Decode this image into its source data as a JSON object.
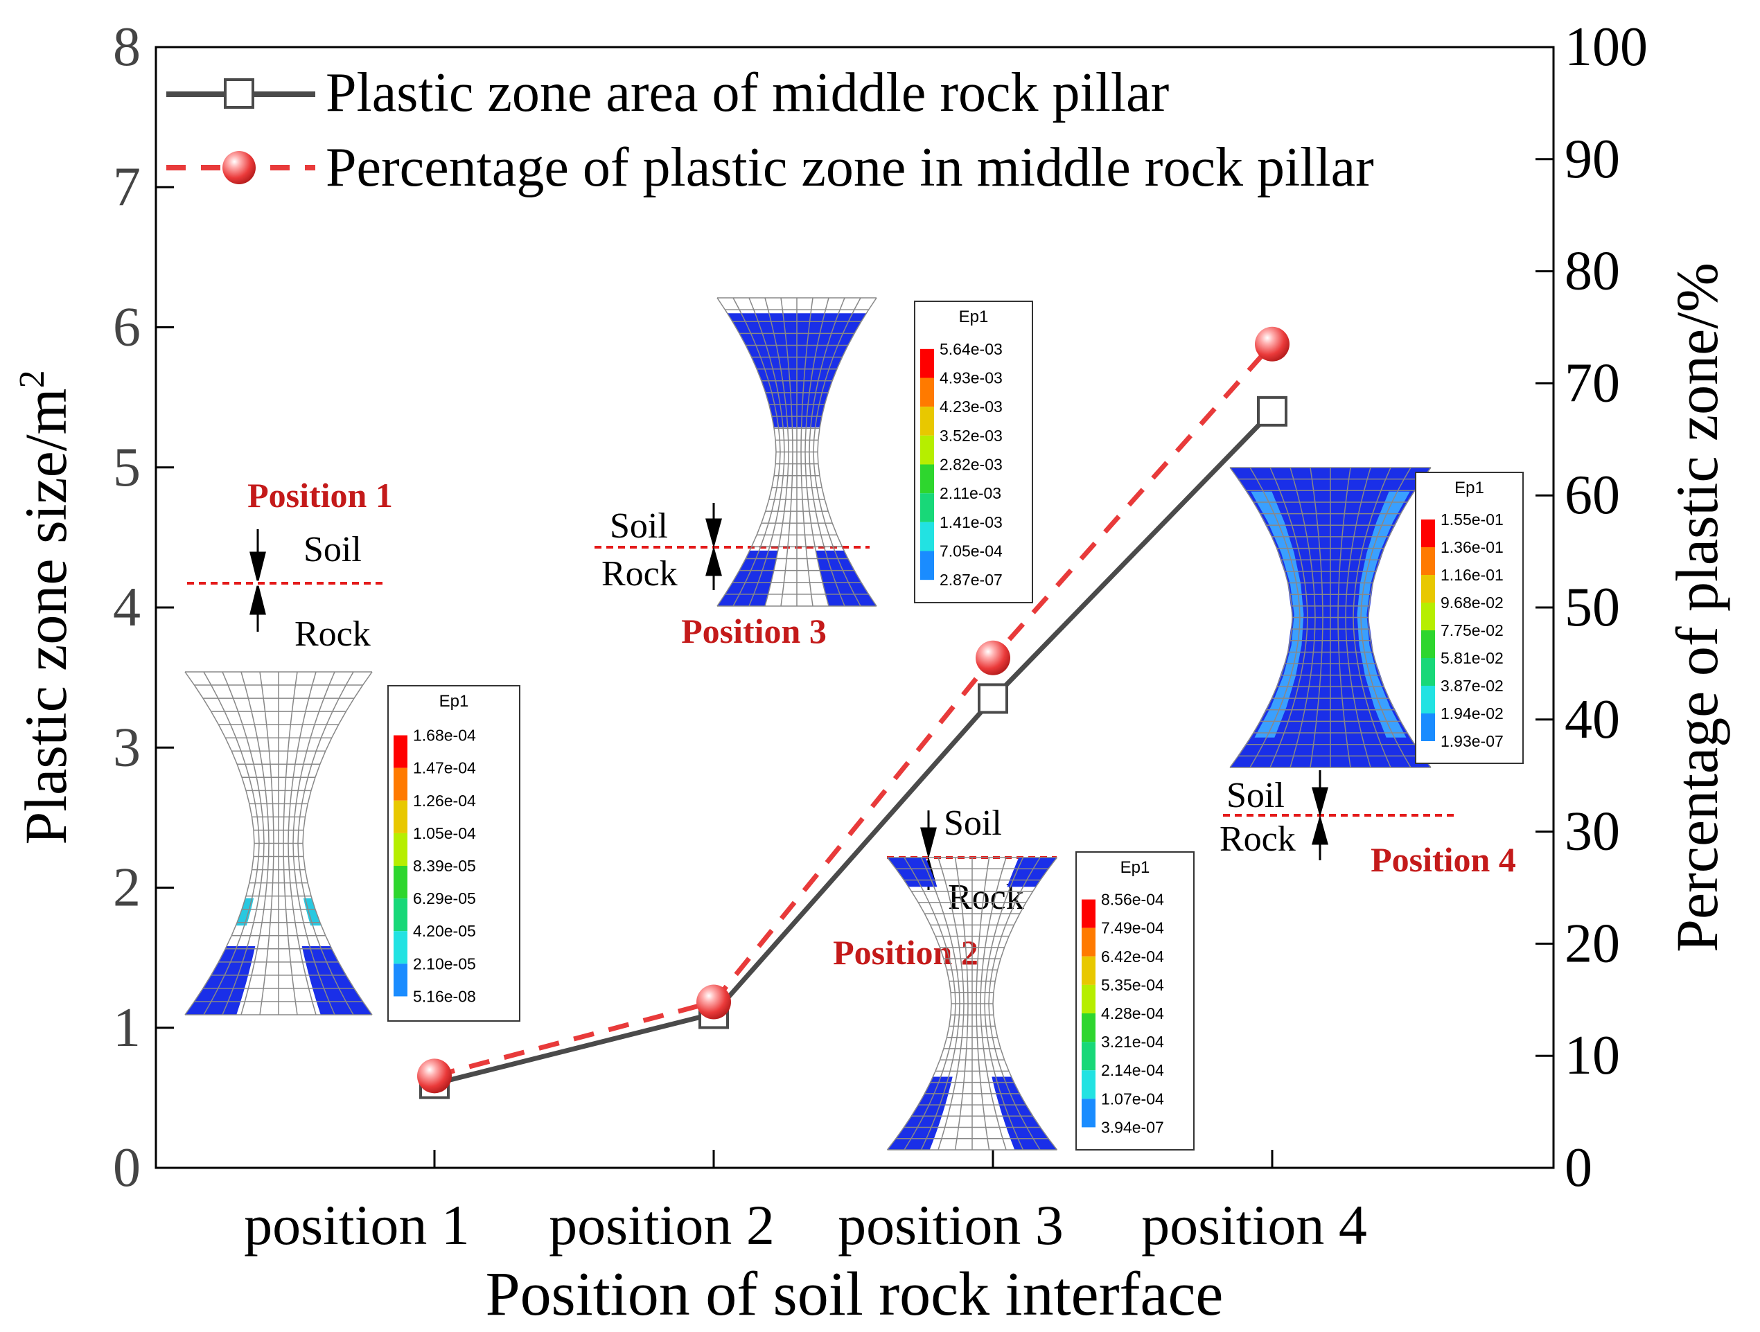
{
  "chart_data": {
    "type": "line",
    "xlabel": "Position of soil rock interface",
    "categories": [
      "position 1",
      "position 2",
      "position 3",
      "position 4"
    ],
    "y_left": {
      "label": "Plastic zone size/m",
      "label_superscript": "2",
      "range": [
        0,
        8
      ],
      "ticks": [
        "0",
        "1",
        "2",
        "3",
        "4",
        "5",
        "6",
        "7",
        "8"
      ]
    },
    "y_right": {
      "label": "Percentage of plastic zone/%",
      "range": [
        0,
        100
      ],
      "ticks": [
        "0",
        "10",
        "20",
        "30",
        "40",
        "50",
        "60",
        "70",
        "80",
        "90",
        "100"
      ]
    },
    "series": [
      {
        "name": "Plastic zone area of middle rock pillar",
        "axis": "left",
        "style": "solid",
        "marker": "square",
        "color": "#4a4a4a",
        "values": [
          0.6,
          1.1,
          3.35,
          5.4
        ]
      },
      {
        "name": "Percentage of plastic zone in middle rock pillar",
        "axis": "right",
        "style": "dashed",
        "marker": "sphere",
        "color": "#e83a3a",
        "values": [
          8.2,
          14.8,
          45.5,
          73.5
        ]
      }
    ],
    "legend_position": "top",
    "insets": [
      {
        "title": "Position 1",
        "soil_label": "Soil",
        "rock_label": "Rock",
        "colorbar_title": "Ep1",
        "colorbar_values": [
          "1.68e-04",
          "1.47e-04",
          "1.26e-04",
          "1.05e-04",
          "8.39e-05",
          "6.29e-05",
          "4.20e-05",
          "2.10e-05",
          "5.16e-08"
        ]
      },
      {
        "title": "Position 2",
        "soil_label": "Soil",
        "rock_label": "Rock",
        "colorbar_title": "Ep1",
        "colorbar_values": [
          "8.56e-04",
          "7.49e-04",
          "6.42e-04",
          "5.35e-04",
          "4.28e-04",
          "3.21e-04",
          "2.14e-04",
          "1.07e-04",
          "3.94e-07"
        ]
      },
      {
        "title": "Position 3",
        "soil_label": "Soil",
        "rock_label": "Rock",
        "colorbar_title": "Ep1",
        "colorbar_values": [
          "5.64e-03",
          "4.93e-03",
          "4.23e-03",
          "3.52e-03",
          "2.82e-03",
          "2.11e-03",
          "1.41e-03",
          "7.05e-04",
          "2.87e-07"
        ]
      },
      {
        "title": "Position 4",
        "soil_label": "Soil",
        "rock_label": "Rock",
        "colorbar_title": "Ep1",
        "colorbar_values": [
          "1.55e-01",
          "1.36e-01",
          "1.16e-01",
          "9.68e-02",
          "7.75e-02",
          "5.81e-02",
          "3.87e-02",
          "1.94e-02",
          "1.93e-07"
        ]
      }
    ],
    "colormap": [
      "#ff0000",
      "#ff7a00",
      "#e8c800",
      "#b6ee00",
      "#2ed62e",
      "#18d878",
      "#22e2e2",
      "#1a8cff",
      "#0a1ef0"
    ]
  }
}
